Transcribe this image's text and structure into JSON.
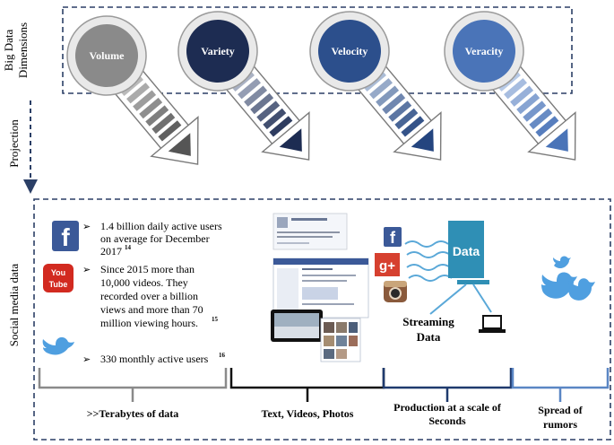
{
  "side_labels": {
    "dimensions_line1": "Big Data",
    "dimensions_line2": "Dimensions",
    "projection": "Projection",
    "social_media": "Social media data"
  },
  "dimensions": [
    {
      "label": "Volume",
      "fill": "#8a8a8a",
      "arrow_dark": "#555555",
      "arrow_light": "#dcdcdc"
    },
    {
      "label": "Variety",
      "fill": "#1d2c52",
      "arrow_dark": "#1d2c52",
      "arrow_light": "#d7dde9"
    },
    {
      "label": "Velocity",
      "fill": "#2c4f8c",
      "arrow_dark": "#24457f",
      "arrow_light": "#d8e3f3"
    },
    {
      "label": "Veracity",
      "fill": "#4a74b8",
      "arrow_dark": "#4a74b8",
      "arrow_light": "#dbe6f6"
    }
  ],
  "stats": {
    "facebook": {
      "text_lines": [
        "1.4 billion daily active users",
        "on average for December",
        "2017"
      ],
      "ref": "14"
    },
    "youtube": {
      "text_lines": [
        "Since 2015 more than",
        "10,000 videos. They",
        "recorded over a billion",
        "views and more than 70",
        "million viewing hours."
      ],
      "ref": "15"
    },
    "twitter": {
      "text": "330 monthly active users",
      "ref": "16"
    }
  },
  "icons": {
    "facebook": "f",
    "youtube_top": "You",
    "youtube_bottom": "Tube",
    "gplus": "g+",
    "data_tile": "Data"
  },
  "streaming": {
    "line1": "Streaming",
    "line2": "Data"
  },
  "bottom_labels": {
    "terabytes": ">>Terabytes of data",
    "text_videos": "Text, Videos, Photos",
    "production_line1": "Production at a scale of",
    "production_line2": "Seconds",
    "spread_line1": "Spread of",
    "spread_line2": "rumors"
  },
  "colors": {
    "dash_border": "#2b3f66",
    "brace_gray": "#8a8a8a",
    "brace_black": "#111111",
    "brace_navy": "#1f3a6e",
    "brace_blue": "#5a86c4",
    "facebook": "#3b5998",
    "youtube": "#d22a20",
    "twitter": "#4f9fe0",
    "gplus": "#d6402f",
    "data_tile": "#2f8fb5",
    "stream": "#5aa8d8"
  }
}
